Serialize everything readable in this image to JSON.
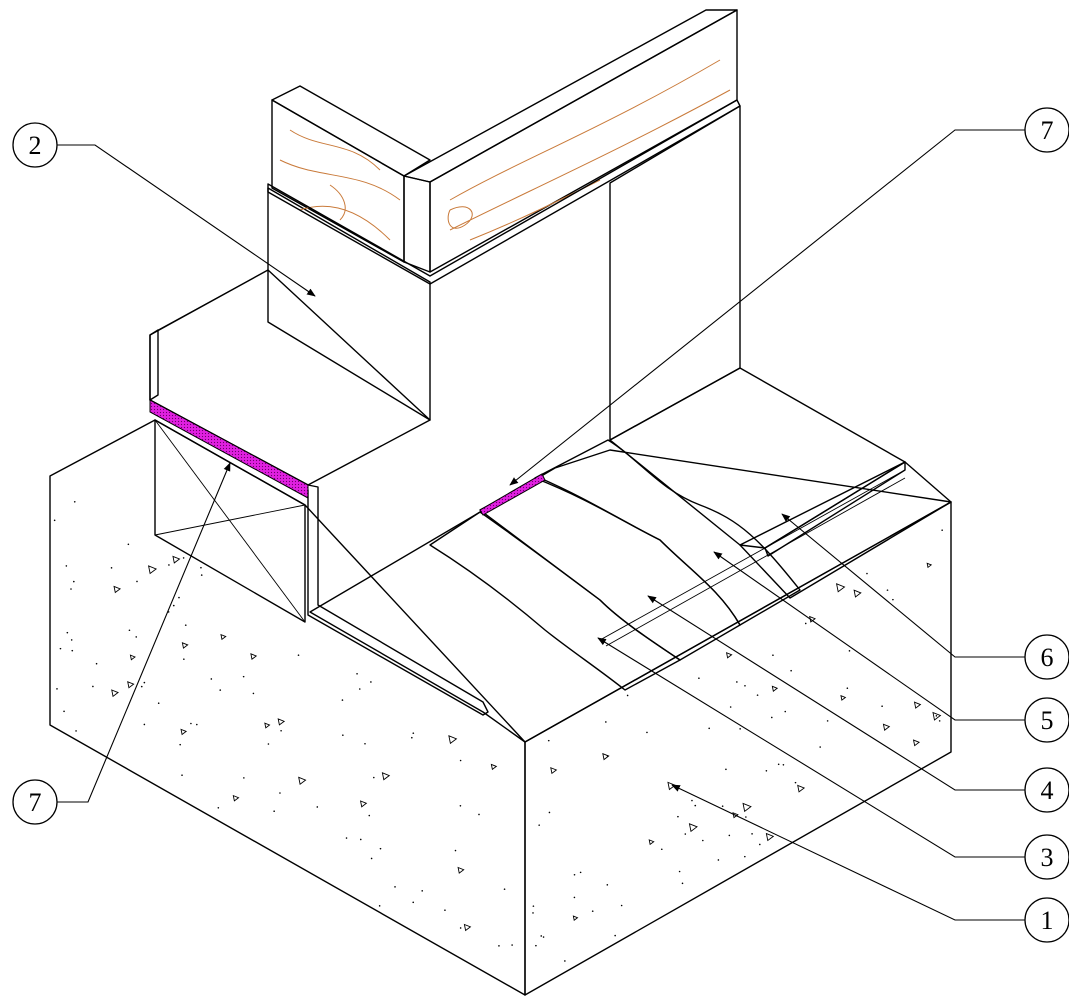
{
  "callouts": [
    {
      "id": "c2",
      "label": "2"
    },
    {
      "id": "c7a",
      "label": "7"
    },
    {
      "id": "c7b",
      "label": "7"
    },
    {
      "id": "c6",
      "label": "6"
    },
    {
      "id": "c5",
      "label": "5"
    },
    {
      "id": "c4",
      "label": "4"
    },
    {
      "id": "c3",
      "label": "3"
    },
    {
      "id": "c1",
      "label": "1"
    }
  ],
  "colors": {
    "concrete": "#ffffff",
    "gray_membrane": "#b9b9b9",
    "wood": "#c97a3a",
    "green_layer": "#66ee66",
    "magenta_strip": "#e020e0",
    "red_hatch": "#e03030",
    "cyan_mesh": "#22d6e6",
    "dark_granular": "#6e6e6e"
  }
}
